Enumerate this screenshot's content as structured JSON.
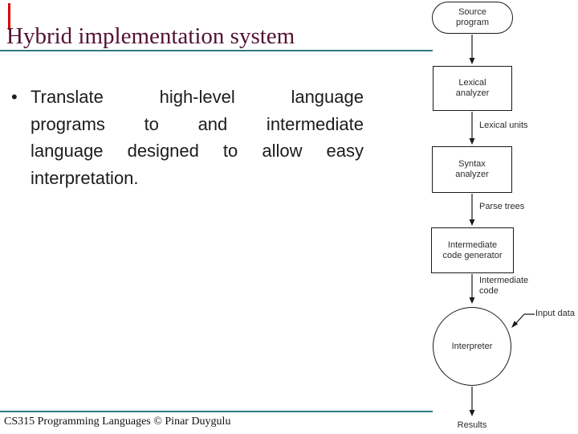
{
  "slide": {
    "title": "Hybrid implementation system",
    "bullet_glyph": "•",
    "bullet_lines": [
      "Translate high-level language",
      "programs to and intermediate",
      "language designed to allow easy",
      "interpretation."
    ],
    "footer": "CS315 Programming Languages © Pinar Duygulu",
    "colors": {
      "title_text": "#531233",
      "divider_teal": "#2e7c80",
      "accent_bar_red": "#d80000",
      "body_text": "#1c1c1c",
      "diagram_ink": "#1a1a1a"
    }
  },
  "flowchart": {
    "source": {
      "line1": "Source",
      "line2": "program"
    },
    "lexical_analyzer": {
      "line1": "Lexical",
      "line2": "analyzer"
    },
    "edge_lexical_units": "Lexical units",
    "syntax_analyzer": {
      "line1": "Syntax",
      "line2": "analyzer"
    },
    "edge_parse_trees": "Parse trees",
    "intermediate_code_generator": {
      "line1": "Intermediate",
      "line2": "code generator"
    },
    "edge_intermediate_code": {
      "line1": "Intermediate",
      "line2": "code"
    },
    "interpreter": {
      "label": "Interpreter"
    },
    "edge_input_data": "Input data",
    "edge_results": "Results"
  }
}
